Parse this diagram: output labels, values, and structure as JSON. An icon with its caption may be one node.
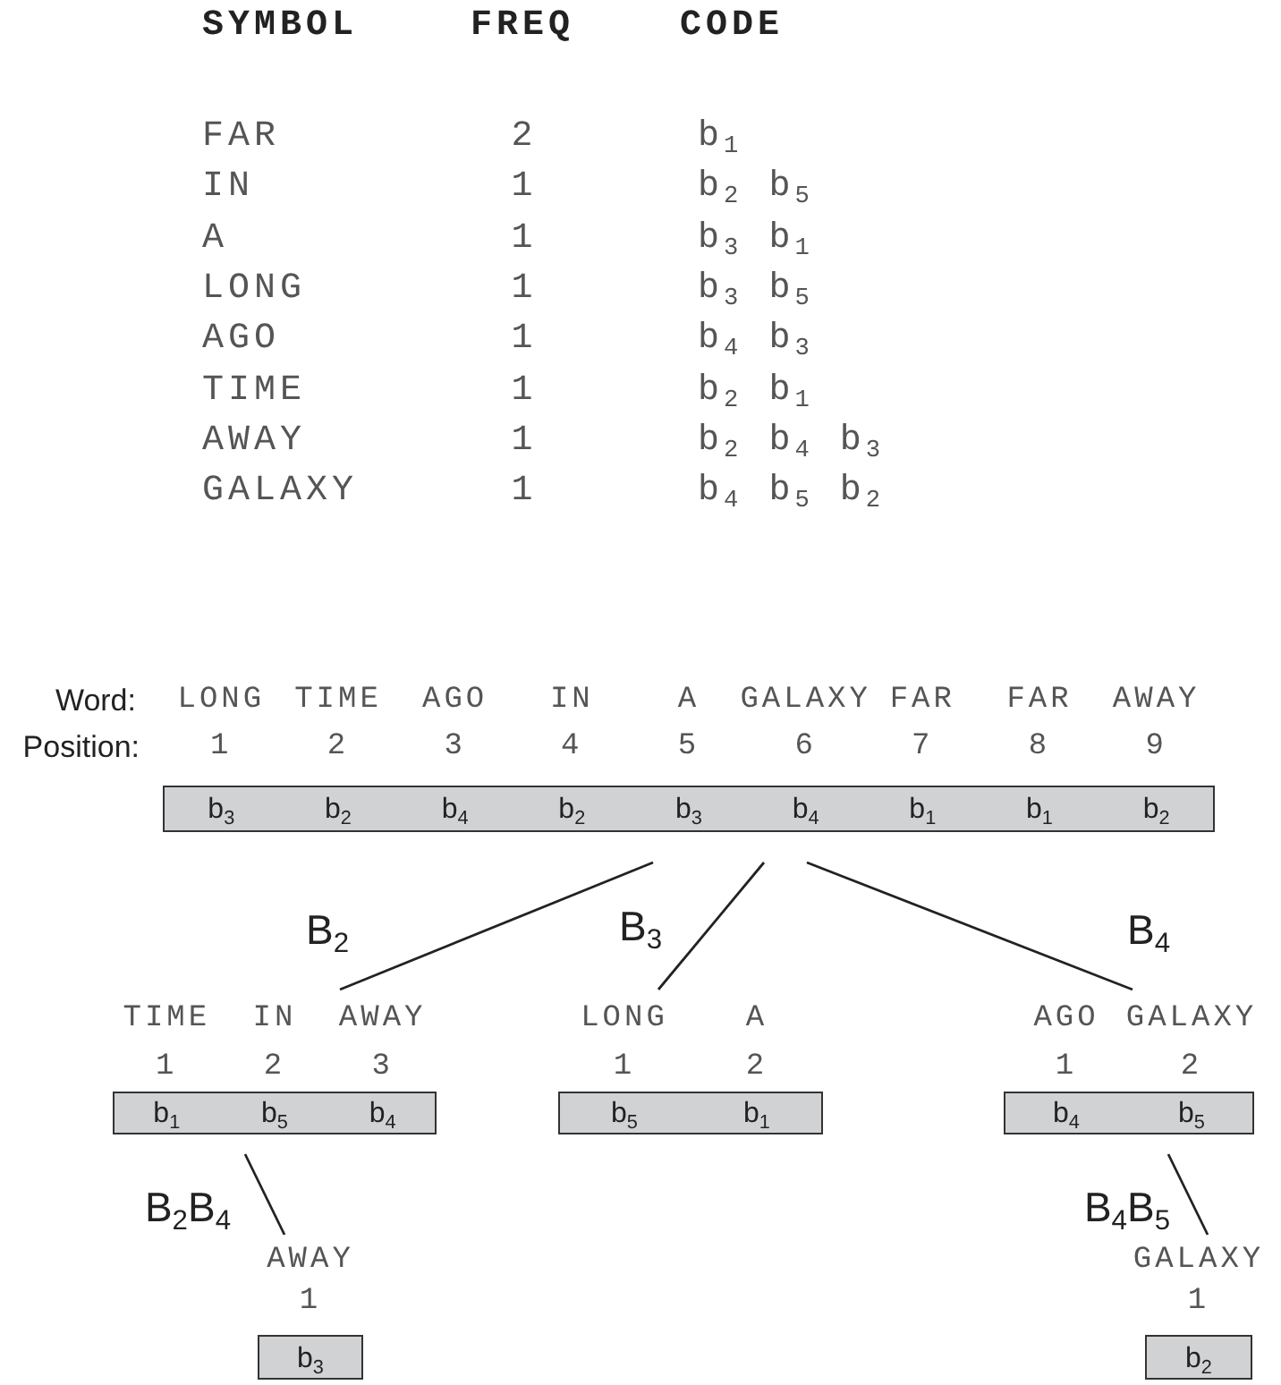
{
  "diagram": {
    "nodes": [
      {
        "text": [
          "LONG",
          "TIME",
          "AGO",
          "IN",
          "A",
          "GALAXY",
          "FAR",
          "FAR",
          "AWAY",
          "1",
          "2",
          "3",
          "4",
          "5",
          "6",
          "7",
          "8",
          "9",
          "b$_{3}$",
          "b$_{2}$",
          "b$_{4}$",
          "b$_{2}$",
          "b$_{3}$",
          "b$_{4}$",
          "b$_{1}$",
          "b$_{1}$",
          "b$_{2}$"
        ],
        "beside": [
          "Word:",
          "Position:"
        ]
      },
      {
        "text": [
          "TIME",
          "IN",
          "AWAY",
          "1",
          "2",
          "3",
          "b$_{1}$",
          "b$_{5}$",
          "b$_{4}$"
        ]
      },
      {
        "text": [
          "LONG",
          "A",
          "1",
          "2",
          "b$_{5}$",
          "b$_{1}$"
        ]
      },
      {
        "text": [
          "AGO",
          "GALAXY",
          "1",
          "2",
          "b$_{4}$",
          "b$_{5}$"
        ]
      },
      {
        "text": [
          "AWAY",
          "1",
          "b$_{3}$"
        ]
      },
      {
        "text": [
          "GALAXY",
          "1",
          "b$_{2}$"
        ]
      }
    ],
    "edges": [
      {
        "from": 0,
        "to": 1,
        "arrow": "none",
        "label": "B$_{2}$"
      },
      {
        "from": 0,
        "to": 2,
        "arrow": "none",
        "label": "B$_{3}$"
      },
      {
        "from": 0,
        "to": 3,
        "arrow": "none",
        "label": "B$_{4}$"
      },
      {
        "from": 1,
        "to": 4,
        "arrow": "none",
        "label": "B$_{2}$B$_{4}$"
      },
      {
        "from": 3,
        "to": 5,
        "arrow": "none",
        "label": "B$_{4}$B$_{5}$"
      }
    ],
    "labels": [
      "SYMBOL",
      "FREQ",
      "CODE",
      "FAR",
      "2",
      "b$_{1}$",
      "IN",
      "1",
      "b$_{2}$ b$_{5}$",
      "A",
      "1",
      "b$_{3}$ b$_{1}$",
      "LONG",
      "1",
      "b$_{3}$ b$_{5}$",
      "AGO",
      "1",
      "b$_{4}$ b$_{3}$",
      "TIME",
      "1",
      "b$_{2}$ b$_{1}$",
      "AWAY",
      "1",
      "b$_{2}$ b$_{4}$ b$_{3}$",
      "GALAXY",
      "1",
      "b$_{4}$ b$_{5}$ b$_{2}$"
    ]
  }
}
